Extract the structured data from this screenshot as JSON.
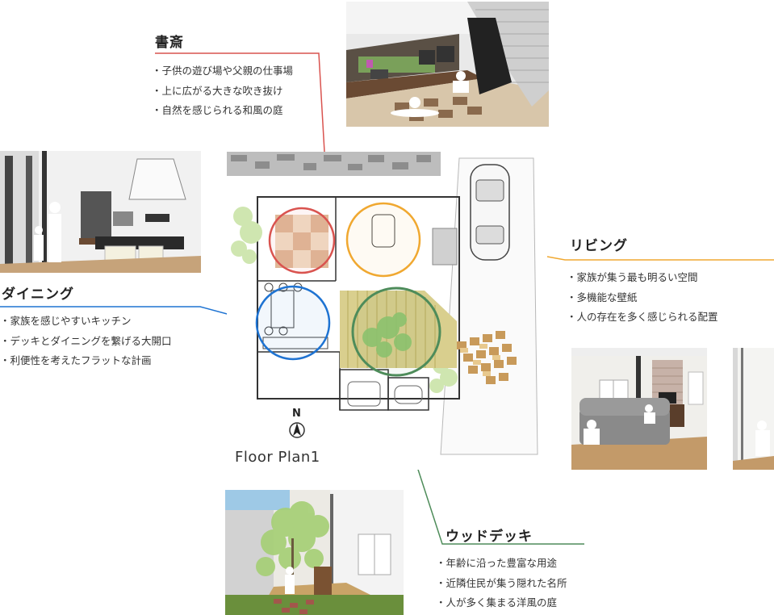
{
  "floor_plan_label": "Floor Plan1",
  "north_label": "N",
  "colors": {
    "study": "#d9534f",
    "living": "#f0a830",
    "dining": "#1e73d2",
    "deck": "#4e8c5a"
  },
  "sections": {
    "study": {
      "title": "書斎",
      "bullets": [
        "・子供の遊び場や父親の仕事場",
        "・上に広がる大きな吹き抜け",
        "・自然を感じられる和風の庭"
      ]
    },
    "living": {
      "title": "リビング",
      "bullets": [
        "・家族が集う最も明るい空間",
        "・多機能な壁紙",
        "・人の存在を多く感じられる配置"
      ]
    },
    "dining": {
      "title": "ダイニング",
      "bullets": [
        "・家族を感じやすいキッチン",
        "・デッキとダイニングを繋げる大開口",
        "・利便性を考えたフラットな計画"
      ]
    },
    "deck": {
      "title": "ウッドデッキ",
      "bullets": [
        "・年齢に沿った豊富な用途",
        "・近隣住民が集う隠れた名所",
        "・人が多く集まる洋風の庭"
      ]
    }
  }
}
